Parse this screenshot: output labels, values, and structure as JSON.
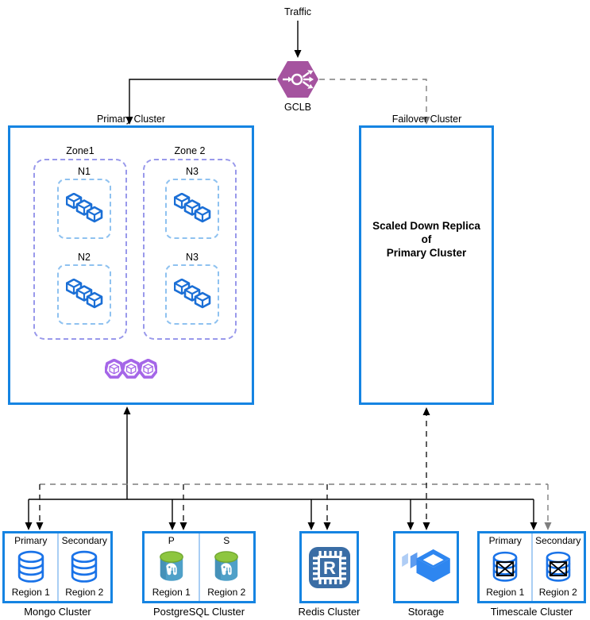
{
  "top": {
    "traffic_label": "Traffic",
    "gclb_label": "GCLB"
  },
  "primary_cluster": {
    "title": "Primary Cluster",
    "zones": [
      {
        "name": "Zone1",
        "nodes": [
          "N1",
          "N2"
        ]
      },
      {
        "name": "Zone 2",
        "nodes": [
          "N3",
          "N3"
        ]
      }
    ]
  },
  "failover_cluster": {
    "title": "Failover Cluster",
    "body": [
      "Scaled Down Replica",
      "of",
      "Primary Cluster"
    ]
  },
  "bottom_row": [
    {
      "name": "Mongo Cluster",
      "roles": [
        "Primary",
        "Secondary"
      ],
      "regions": [
        "Region 1",
        "Region 2"
      ]
    },
    {
      "name": "PostgreSQL Cluster",
      "roles": [
        "P",
        "S"
      ],
      "regions": [
        "Region 1",
        "Region 2"
      ]
    },
    {
      "name": "Redis Cluster"
    },
    {
      "name": "Storage"
    },
    {
      "name": "Timescale Cluster",
      "roles": [
        "Primary",
        "Secondary"
      ],
      "regions": [
        "Region 1",
        "Region 2"
      ]
    }
  ],
  "icons": {
    "gclb": "load-balancer-hexagon-icon",
    "node_workload": "triple-cube-containers-icon",
    "pods": "purple-pods-heptagon-icon",
    "mongo": "database-cylinder-icon",
    "postgres": "postgresql-elephant-cylinder-icon",
    "redis": "redis-chip-icon",
    "storage": "storage-boxes-icon",
    "timescale": "crossed-database-cylinder-icon"
  },
  "colors": {
    "box_border_blue": "#1584E2",
    "zone_dashed_purple": "#9999EB",
    "node_dashed_blue": "#8FC2F0",
    "gclb_hex_purple": "#A5539F",
    "pods_purple": "#A566E8",
    "cube_blue": "#1B6FD6",
    "db_blue": "#1A73E8",
    "redis_blue": "#3A6DA5",
    "storage_blue": "#2E86F0",
    "postgres_body_blue": "#4FA0C8",
    "postgres_top_green": "#8DC63F",
    "dashed_gray": "#7F7F7F",
    "solid_black": "#000000",
    "divider_light_blue": "#A9CEF4"
  }
}
